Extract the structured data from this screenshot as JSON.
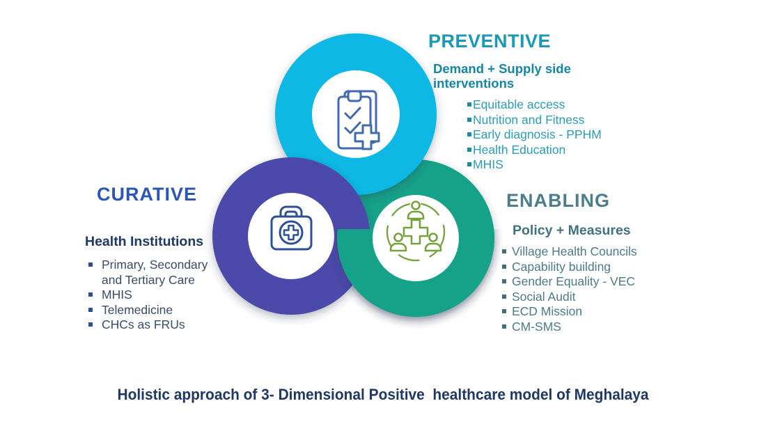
{
  "sections": {
    "preventive": {
      "title": "PREVENTIVE",
      "subtitle": "Demand + Supply side interventions",
      "items": [
        "Equitable access",
        "Nutrition and Fitness",
        "Early diagnosis - PPHM",
        "Health Education",
        "MHIS"
      ],
      "ring_color": "#0fb8e4",
      "icon": "clipboard-check-plus-icon"
    },
    "curative": {
      "title": "CURATIVE",
      "subtitle": "Health Institutions",
      "items": [
        "Primary, Secondary and Tertiary Care",
        "MHIS",
        "Telemedicine",
        "CHCs as FRUs"
      ],
      "ring_color": "#4c49aa",
      "icon": "first-aid-kit-icon"
    },
    "enabling": {
      "title": "ENABLING",
      "subtitle": "Policy + Measures",
      "items": [
        "Village Health Councils",
        "Capability building",
        "Gender Equality - VEC",
        "Social Audit",
        "ECD Mission",
        "CM-SMS"
      ],
      "ring_color": "#16a289",
      "icon": "community-health-icon"
    }
  },
  "caption": "Holistic approach of 3- Dimensional Positive  healthcare model of Meghalaya",
  "colors": {
    "preventive_heading": "#1b98b6",
    "preventive_text": "#2d9cb5",
    "curative_heading": "#2b55b7",
    "curative_text": "#3c4b66",
    "enabling_heading": "#4d7c8b",
    "enabling_text": "#4e7a87",
    "caption_text": "#1f3864",
    "icon_preventive": "#3f6ab2",
    "icon_curative": "#2d4f96",
    "icon_enabling": "#76a23e"
  }
}
